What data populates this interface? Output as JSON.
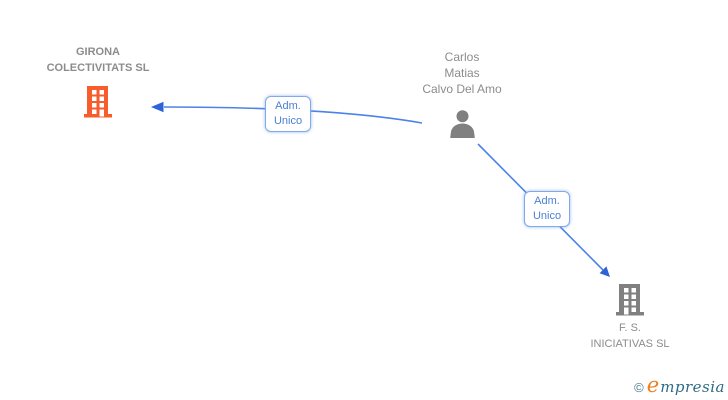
{
  "diagram": {
    "nodes": {
      "company_girona": {
        "label_lines": [
          "GIRONA",
          "COLECTIVITATS SL"
        ],
        "icon": "building-icon",
        "icon_color": "#f65c2c"
      },
      "person_carlos": {
        "label_lines": [
          "Carlos",
          "Matias",
          "Calvo Del Amo"
        ],
        "icon": "person-icon",
        "icon_color": "#808080"
      },
      "company_fs": {
        "label_lines": [
          "F. S.",
          "INICIATIVAS SL"
        ],
        "icon": "building-icon",
        "icon_color": "#808080"
      }
    },
    "edges": [
      {
        "from": "person_carlos",
        "to": "company_girona",
        "label_lines": [
          "Adm.",
          "Unico"
        ]
      },
      {
        "from": "person_carlos",
        "to": "company_fs",
        "label_lines": [
          "Adm.",
          "Unico"
        ]
      }
    ]
  },
  "watermark": {
    "copyright": "©",
    "brand_initial": "e",
    "brand_rest": "mpresia"
  },
  "colors": {
    "edge_line": "#4d82e8",
    "edge_arrowhead": "#2f64d6",
    "edge_label_border": "#82a9e8",
    "edge_label_text": "#4a7fd4",
    "node_text_gray": "#8c8c8c",
    "icon_gray": "#808080",
    "icon_orange": "#f65c2c",
    "logo_teal": "#2e6b85",
    "logo_orange": "#ee7d1d",
    "background": "#ffffff"
  }
}
